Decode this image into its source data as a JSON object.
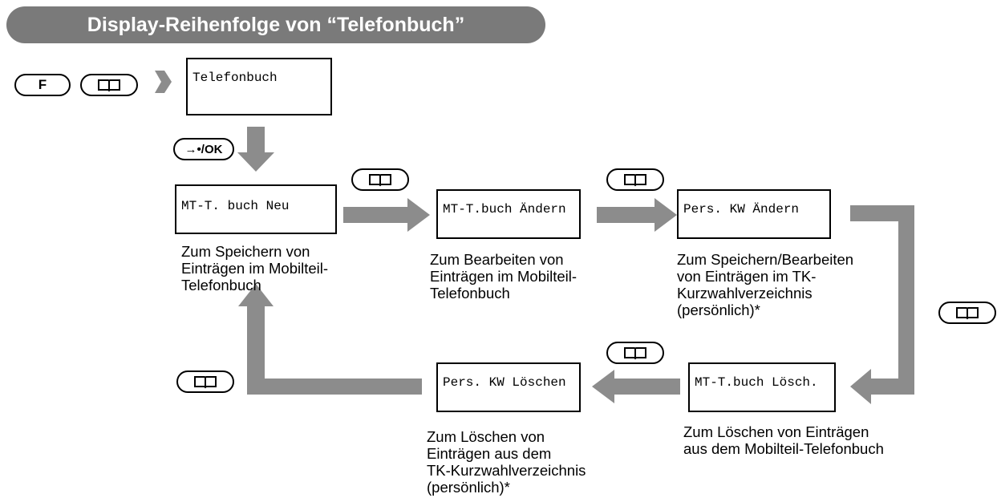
{
  "title": "Display-Reihenfolge von “Telefonbuch”",
  "keys": {
    "f_key": "F",
    "ok_key": "→•/OK",
    "phonebook_key_icon": "book-icon"
  },
  "displays": {
    "start": "Telefonbuch",
    "mt_new": "MT-T. buch Neu",
    "mt_edit": "MT-T.buch Ändern",
    "pers_edit": "Pers. KW Ändern",
    "mt_delete": "MT-T.buch Lösch.",
    "pers_delete": "Pers. KW Löschen"
  },
  "descriptions": {
    "mt_new": [
      "Zum Speichern von",
      "Einträgen im Mobilteil-",
      "Telefonbuch"
    ],
    "mt_edit": [
      "Zum Bearbeiten von",
      "Einträgen im Mobilteil-",
      "Telefonbuch"
    ],
    "pers_edit": [
      "Zum Speichern/Bearbeiten",
      "von Einträgen im TK-",
      "Kurzwahlverzeichnis",
      "(persönlich)*"
    ],
    "mt_delete": [
      "Zum Löschen von Einträgen",
      "aus dem Mobilteil-Telefonbuch"
    ],
    "pers_delete": [
      "Zum Löschen von",
      "Einträgen aus dem",
      "TK-Kurzwahlverzeichnis",
      "(persönlich)*"
    ]
  },
  "colors": {
    "title_bg": "#7a7a7a",
    "arrow": "#8c8c8c"
  }
}
